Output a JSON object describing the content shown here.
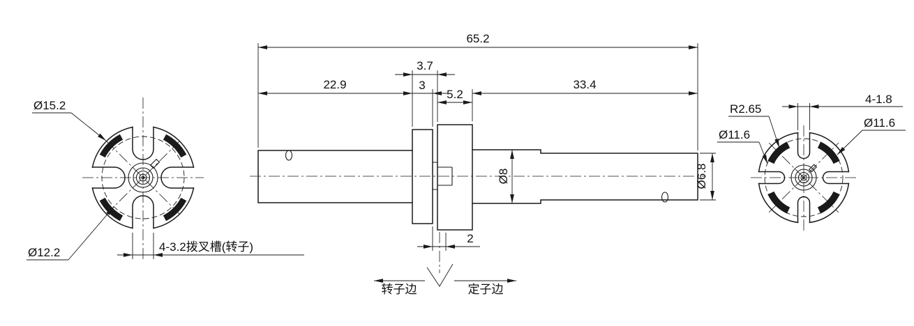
{
  "drawing": {
    "line_color": "#1a1a1a",
    "background_color": "#ffffff",
    "side_view": {
      "total_length": "65.2",
      "left_section_length": "22.9",
      "flange_offset": "3.7",
      "flange_width": "3",
      "hub_width": "5.2",
      "right_section_length": "33.4",
      "mid_diameter": "Ø8",
      "end_diameter": "Ø6.8",
      "gap_width": "2",
      "rotor_side_label": "转子边",
      "stator_side_label": "定子边"
    },
    "left_end_view": {
      "outer_diameter": "Ø15.2",
      "inner_diameter": "Ø12.2",
      "slot_note": "4-3.2拨叉槽(转子)"
    },
    "right_end_view": {
      "fillet_radius": "R2.65",
      "diameter_left": "Ø11.6",
      "diameter_right": "Ø11.6",
      "slot_note": "4-1.8"
    }
  }
}
